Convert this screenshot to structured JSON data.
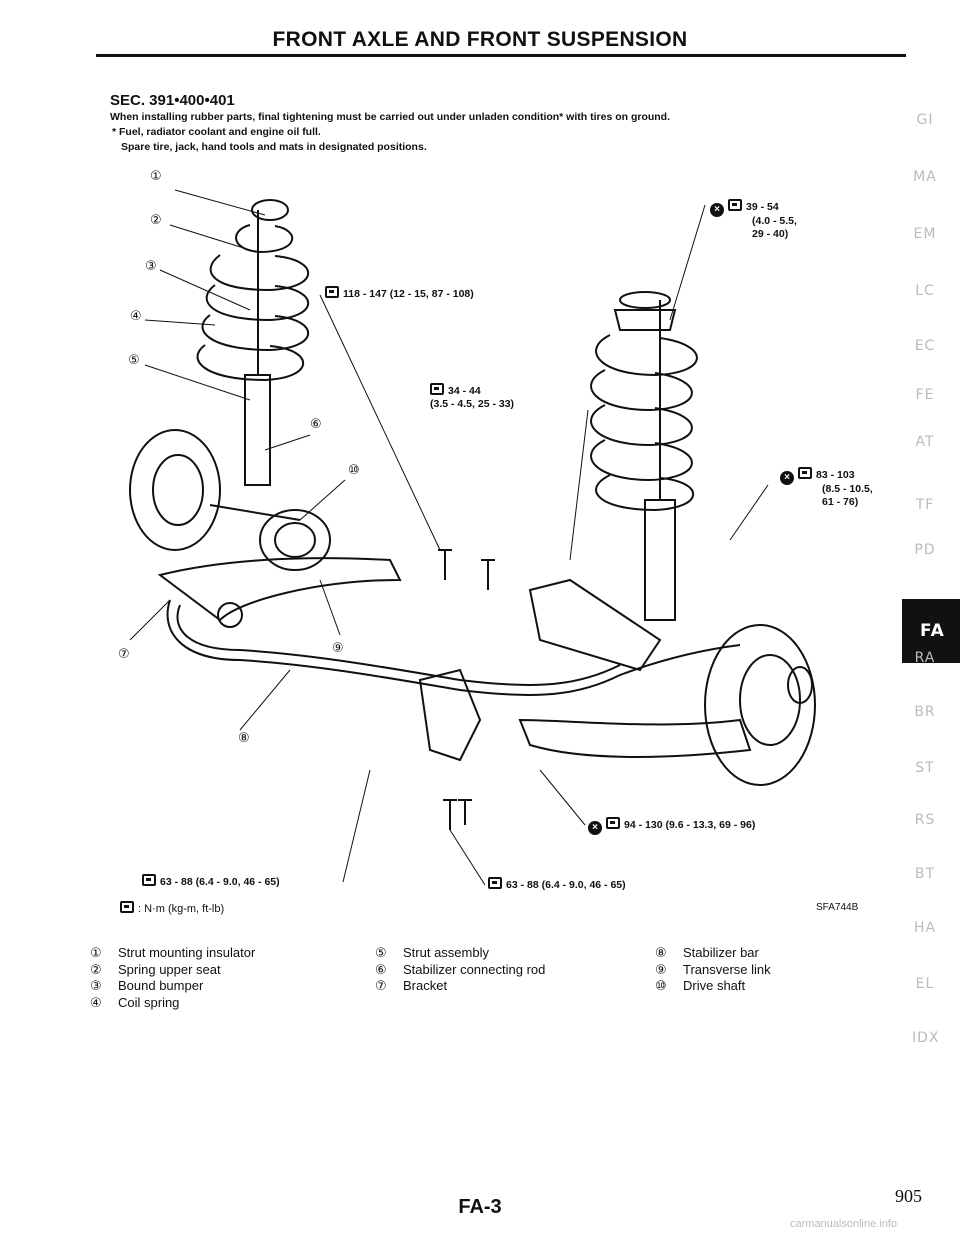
{
  "header": {
    "title": "FRONT AXLE AND FRONT SUSPENSION"
  },
  "section": {
    "code": "SEC. 391•400•401",
    "note_line1": "When installing rubber parts, final tightening must be carried out under unladen condition* with tires on ground.",
    "note_line2": "*  Fuel, radiator coolant and engine oil full.",
    "note_line3": "Spare tire, jack, hand tools and mats in designated positions."
  },
  "diagram": {
    "torque_callouts": {
      "t1": "39 - 54",
      "t1b": "(4.0 - 5.5,",
      "t1c": "29 - 40)",
      "t2": "118 - 147 (12 - 15, 87 - 108)",
      "t3": "34 - 44",
      "t3b": "(3.5 - 4.5, 25 - 33)",
      "t4": "83 - 103",
      "t4b": "(8.5 - 10.5,",
      "t4c": "61 - 76)",
      "t5": "94 - 130 (9.6 - 13.3, 69 - 96)",
      "t6": "63 - 88 (6.4 - 9.0, 46 - 65)",
      "t7": "63 - 88 (6.4 - 9.0, 46 - 65)"
    },
    "numbers": [
      "①",
      "②",
      "③",
      "④",
      "⑤",
      "⑥",
      "⑦",
      "⑧",
      "⑨",
      "⑩"
    ],
    "unit_note": ": N·m (kg-m, ft-lb)",
    "figure_id": "SFA744B"
  },
  "legend": {
    "col1": [
      {
        "num": "①",
        "label": "Strut mounting insulator"
      },
      {
        "num": "②",
        "label": "Spring upper seat"
      },
      {
        "num": "③",
        "label": "Bound bumper"
      },
      {
        "num": "④",
        "label": "Coil spring"
      }
    ],
    "col2": [
      {
        "num": "⑤",
        "label": "Strut assembly"
      },
      {
        "num": "⑥",
        "label": "Stabilizer connecting rod"
      },
      {
        "num": "⑦",
        "label": "Bracket"
      }
    ],
    "col3": [
      {
        "num": "⑧",
        "label": "Stabilizer bar"
      },
      {
        "num": "⑨",
        "label": "Transverse link"
      },
      {
        "num": "⑩",
        "label": "Drive shaft"
      }
    ]
  },
  "side_tabs": [
    "GI",
    "MA",
    "EM",
    "LC",
    "EC",
    "FE",
    "AT",
    "TF",
    "PD",
    "FA",
    "RA",
    "BR",
    "ST",
    "RS",
    "BT",
    "HA",
    "EL",
    "IDX"
  ],
  "active_tab": "FA",
  "footer": {
    "code": "FA-3",
    "page_number": "905",
    "watermark": "carmanualsonline.info"
  }
}
